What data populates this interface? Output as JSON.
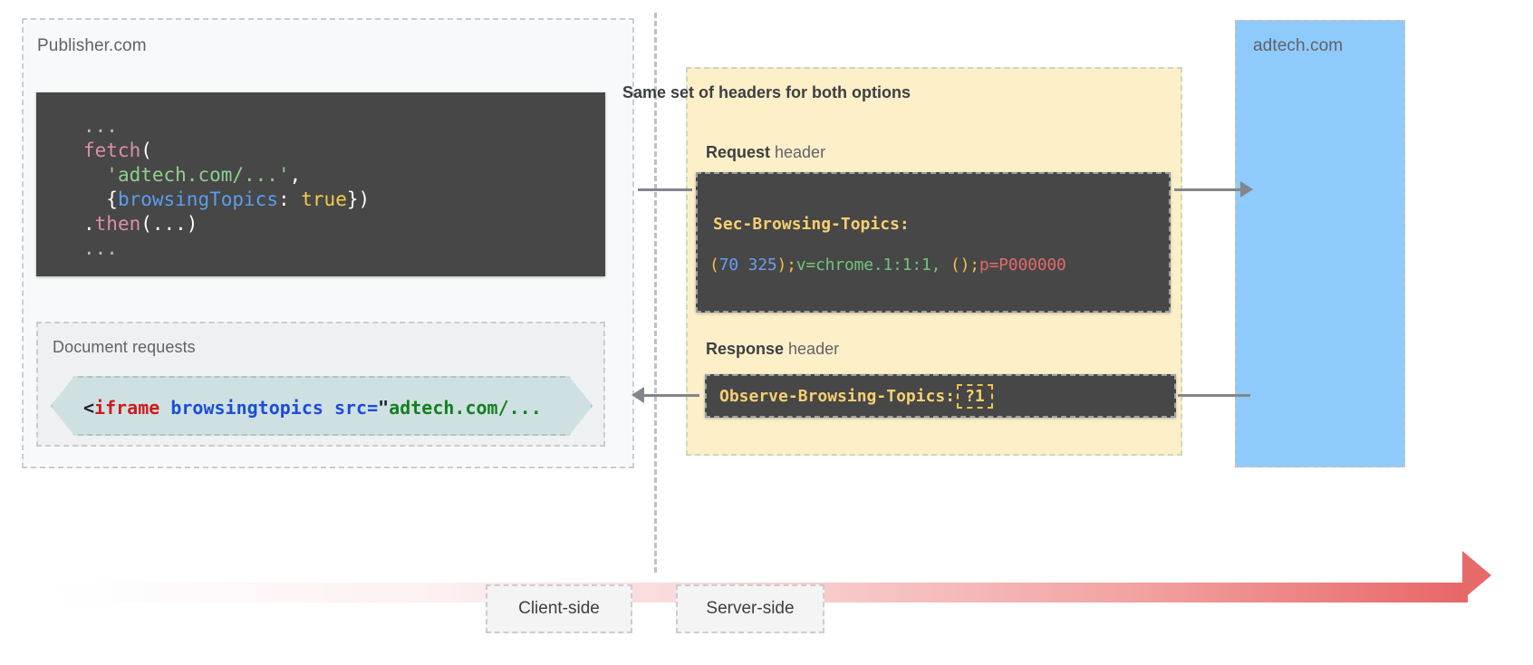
{
  "publisher": {
    "label": "Publisher.com",
    "code_block": {
      "line1": "...",
      "line2_fn": "fetch",
      "line2_punct": "(",
      "line3_str": "'adtech.com/...'",
      "line3_punct": ",",
      "line4_open": "{",
      "line4_prop": "browsingTopics",
      "line4_colon": ": ",
      "line4_bool": "true",
      "line4_close": "})",
      "line5_dot": ".",
      "line5_fn": "then",
      "line5_punct": "(...)",
      "line6": "..."
    },
    "document_requests": {
      "label": "Document requests",
      "iframe_lt": "<",
      "iframe_tag": "iframe",
      "iframe_attrs": " browsingtopics src=",
      "iframe_quote": "\"",
      "iframe_value": "adtech.com/..."
    }
  },
  "headers": {
    "title": "Same set of headers for both options",
    "request_caption_bold": "Request",
    "request_caption_rest": " header",
    "response_caption_bold": "Response",
    "response_caption_rest": " header",
    "request_header": {
      "name": "Sec-Browsing-Topics:",
      "v_open_paren": "(",
      "v_topic1": "70",
      "v_space": " ",
      "v_topic2": "325",
      "v_close_paren": ")",
      "v_semi1": ";",
      "v_version": "v=chrome.1:1:1,",
      "v_space2": " ",
      "v_empty": "()",
      "v_semi2": ";",
      "v_p": "p=P000000"
    },
    "response_header": {
      "name": "Observe-Browsing-Topics:",
      "value": "?1"
    }
  },
  "adtech": {
    "label": "adtech.com"
  },
  "timeline": {
    "client_label": "Client-side",
    "server_label": "Server-side"
  },
  "colors": {
    "headers_panel_bg": "#fdefc8",
    "adtech_panel_bg": "#8ecafc",
    "code_bg": "#464746",
    "iframe_chip_bg": "#cfe0e3",
    "timeline_accent": "#e76a6a",
    "connector": "#80868b"
  }
}
